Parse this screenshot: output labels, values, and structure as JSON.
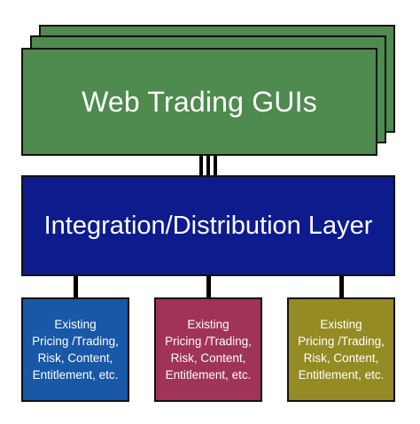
{
  "web_gui": {
    "title": "Web Trading GUIs"
  },
  "integration_layer": {
    "title": "Integration/Distribution Layer"
  },
  "systems": [
    {
      "lines": [
        "Existing",
        "Pricing /Trading,",
        "Risk, Content,",
        "Entitlement, etc."
      ]
    },
    {
      "lines": [
        "Existing",
        "Pricing /Trading,",
        "Risk, Content,",
        "Entitlement, etc."
      ]
    },
    {
      "lines": [
        "Existing",
        "Pricing /Trading,",
        "Risk, Content,",
        "Entitlement, etc."
      ]
    }
  ],
  "colors": {
    "gui_green": "#4f8a4f",
    "layer_blue": "#0d1b8c",
    "system_blue": "#1958a6",
    "system_red": "#a03358",
    "system_olive": "#958b24"
  }
}
